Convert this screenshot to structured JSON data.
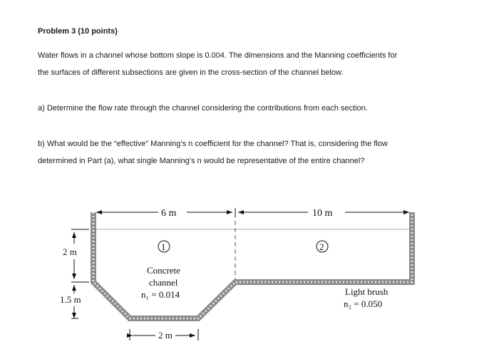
{
  "problem": {
    "title": "Problem 3 (10 points)",
    "intro_line1": "Water flows in a channel whose bottom slope is 0.004. The dimensions and the Manning coefficients for",
    "intro_line2": "the surfaces of different subsections are given in the cross-section of the channel below.",
    "part_a": "a) Determine the flow rate through the channel considering the contributions from each section.",
    "part_b_line1": "b) What would be the “effective” Manning’s n coefficient for the channel? That is, considering the flow",
    "part_b_line2": "determined in Part (a), what single Manning’s n would be representative of the entire channel?"
  },
  "figure": {
    "width_section1": "6 m",
    "width_section2": "10 m",
    "height_upper": "2 m",
    "height_lower": "1.5 m",
    "bottom_width": "2 m",
    "section1_number": "1",
    "section2_number": "2",
    "section1_material_line1": "Concrete",
    "section1_material_line2": "channel",
    "section1_n": "n₁ = 0.014",
    "section2_material": "Light brush",
    "section2_n": "n₂ = 0.050"
  }
}
